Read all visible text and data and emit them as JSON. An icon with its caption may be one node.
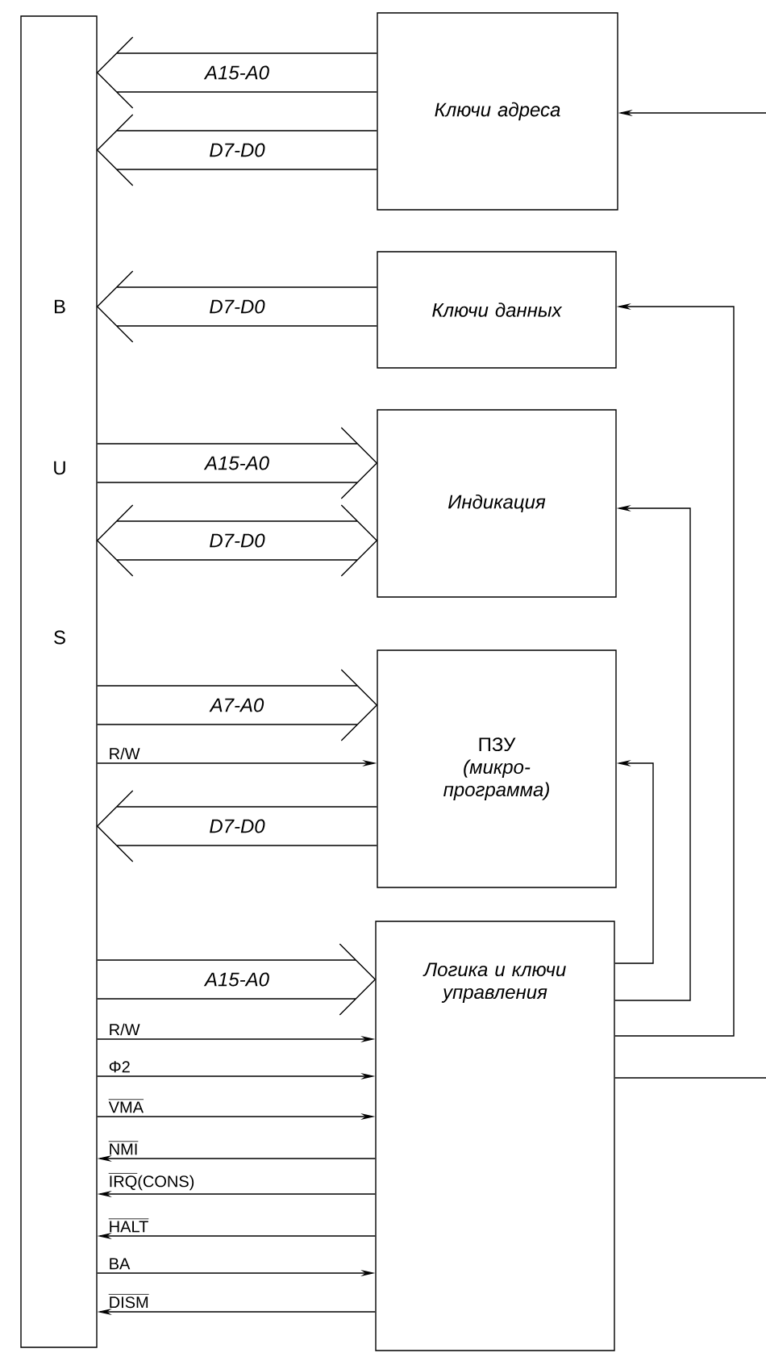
{
  "diagram": {
    "nodes": [
      {
        "text": [
          "B",
          "U",
          "S"
        ]
      },
      {
        "text": [
          "Ключи адреса"
        ]
      },
      {
        "text": [
          "Ключи данных"
        ]
      },
      {
        "text": [
          "Индикация"
        ]
      },
      {
        "text": [
          "ПЗУ",
          "(микро- программа)"
        ]
      },
      {
        "text": [
          "Логика и ключи управления"
        ]
      }
    ],
    "edges": [
      {
        "from": 1,
        "to": 0,
        "arrow": "to",
        "label": "A15-A0"
      },
      {
        "from": 1,
        "to": 0,
        "arrow": "to",
        "label": "D7-D0"
      },
      {
        "from": 2,
        "to": 0,
        "arrow": "to",
        "label": "D7-D0"
      },
      {
        "from": 0,
        "to": 3,
        "arrow": "to",
        "label": "A15-A0"
      },
      {
        "from": 3,
        "to": 0,
        "arrow": "both",
        "label": "D7-D0"
      },
      {
        "from": 0,
        "to": 4,
        "arrow": "to",
        "label": "A7-A0"
      },
      {
        "from": 0,
        "to": 4,
        "arrow": "to",
        "label": "R/W"
      },
      {
        "from": 4,
        "to": 0,
        "arrow": "to",
        "label": "D7-D0"
      },
      {
        "from": 0,
        "to": 5,
        "arrow": "to",
        "label": "A15-A0"
      },
      {
        "from": 0,
        "to": 5,
        "arrow": "to",
        "label": "R/W"
      },
      {
        "from": 0,
        "to": 5,
        "arrow": "to",
        "label": "Φ2"
      },
      {
        "from": 0,
        "to": 5,
        "arrow": "to",
        "label": "\\overline{\\mbox{VMA}}"
      },
      {
        "from": 5,
        "to": 0,
        "arrow": "to",
        "label": "\\overline{\\mbox{NMI}}"
      },
      {
        "from": 5,
        "to": 0,
        "arrow": "to",
        "label": "\\overline{\\mbox{IRQ}}\\mbox{(CONS)}"
      },
      {
        "from": 5,
        "to": 0,
        "arrow": "to",
        "label": "\\overline{\\mbox{HALT}}"
      },
      {
        "from": 0,
        "to": 5,
        "arrow": "to",
        "label": "\\mbox{BA}"
      },
      {
        "from": 5,
        "to": 0,
        "arrow": "to",
        "label": "\\overline{\\mbox{DISM}}"
      },
      {
        "from": 5,
        "to": 4,
        "arrow": "to"
      },
      {
        "from": 5,
        "to": 3,
        "arrow": "to"
      },
      {
        "from": 5,
        "to": 2,
        "arrow": "to"
      },
      {
        "from": 5,
        "to": null,
        "arrow": "none"
      },
      {
        "from": null,
        "to": 1,
        "arrow": "to"
      }
    ]
  }
}
